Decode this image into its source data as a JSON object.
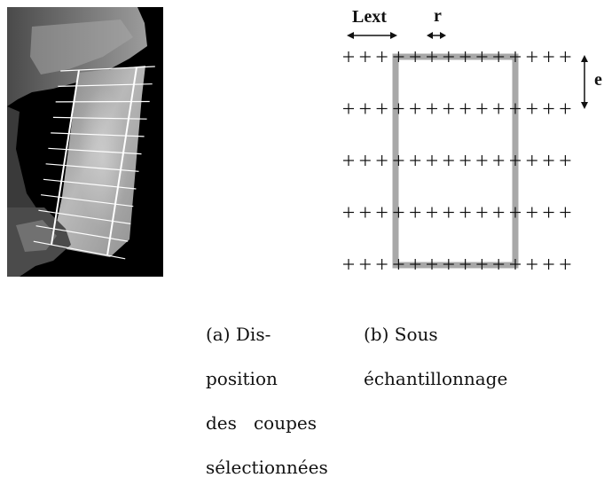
{
  "figure": {
    "subfig_a": {
      "caption_lines": [
        "(a) Dis-",
        "position",
        [
          "des",
          "coupes"
        ],
        "sélectionnées"
      ]
    },
    "subfig_b": {
      "caption_lines": [
        "(b) Sous",
        "échantillonnage"
      ],
      "labels": {
        "lext": "Lext",
        "r": "r",
        "e": "e"
      },
      "grid": {
        "rows": 5,
        "cols": 14
      }
    },
    "colors": {
      "outline": "#a8a8a8",
      "marker": "#111111",
      "background": "#ffffff"
    }
  }
}
